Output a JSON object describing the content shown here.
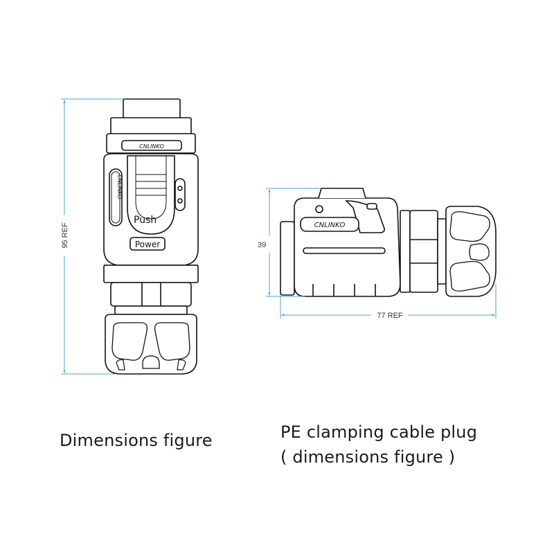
{
  "dimensions": {
    "height_ref": "95 REF",
    "plug_height": "39",
    "plug_length_ref": "77 REF"
  },
  "labels": {
    "push": "Push",
    "power": "Power",
    "brand_front": "CNLINKO",
    "brand_side": "CNLINKO",
    "brand_top": "CNLINKO"
  },
  "captions": {
    "left": "Dimensions figure",
    "right_line1": "PE  clamping cable plug",
    "right_line2": "( dimensions figure )"
  },
  "colors": {
    "dimension_line": "#4aa3d8",
    "outline": "#111111"
  }
}
